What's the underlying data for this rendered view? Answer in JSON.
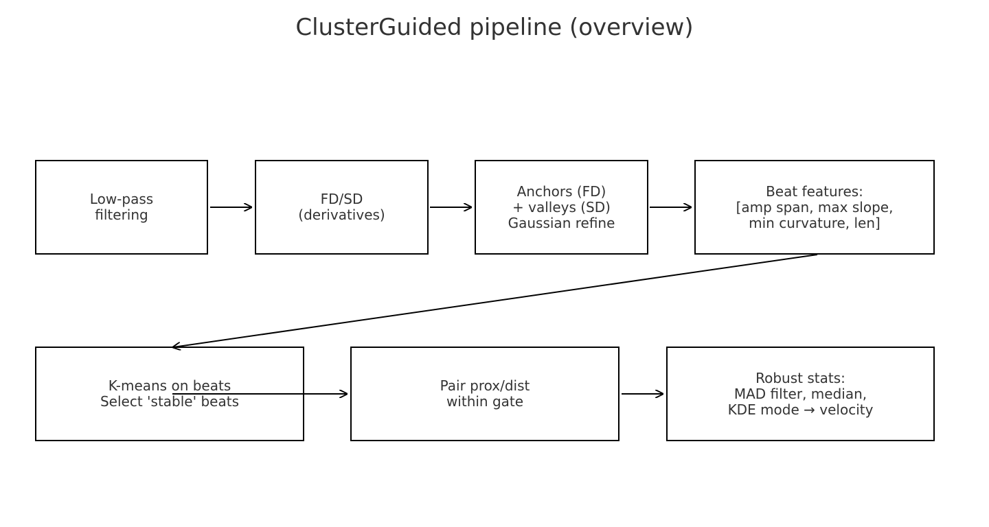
{
  "title": "ClusterGuided pipeline (overview)",
  "steps": [
    {
      "label": "Low-pass\nfiltering"
    },
    {
      "label": "FD/SD\n(derivatives)"
    },
    {
      "label": "Anchors (FD)\n+ valleys (SD)\nGaussian refine"
    },
    {
      "label": "Beat features:\n[amp span, max slope,\nmin curvature, len]"
    },
    {
      "label": "K-means on beats\nSelect 'stable' beats"
    },
    {
      "label": "Pair prox/dist\nwithin gate"
    },
    {
      "label": "Robust stats:\nMAD filter, median,\nKDE mode → velocity"
    }
  ],
  "colors": {
    "text": "#333333",
    "stroke": "#000000",
    "background": "#ffffff"
  }
}
